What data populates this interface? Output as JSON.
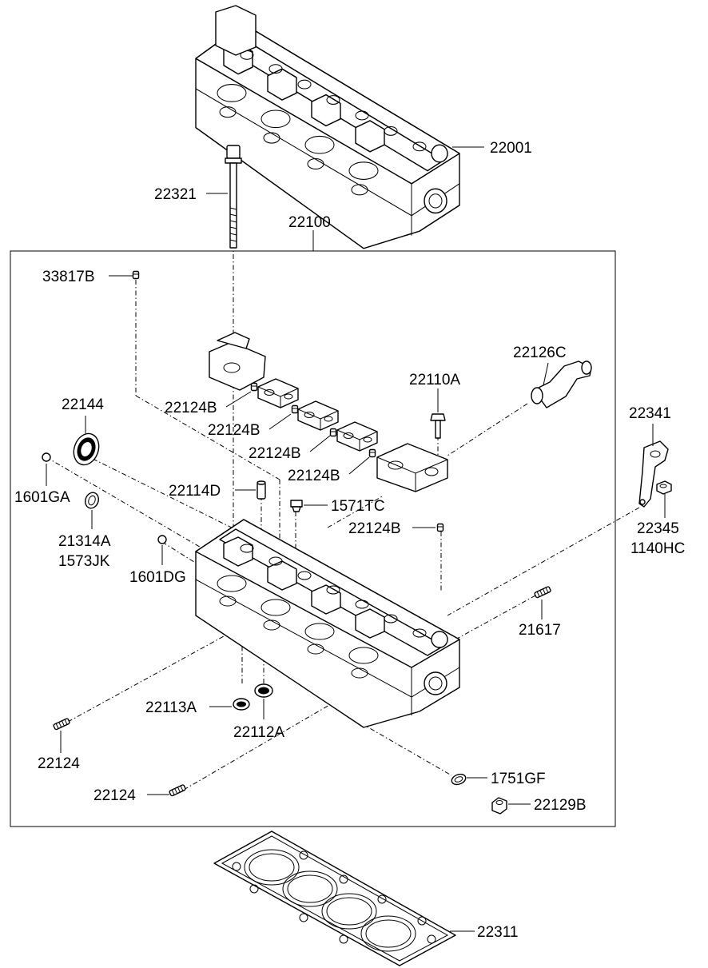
{
  "frame_label": "22100",
  "parts": [
    {
      "id": "22001",
      "label": "22001"
    },
    {
      "id": "22321",
      "label": "22321"
    },
    {
      "id": "22100",
      "label": "22100"
    },
    {
      "id": "33817B",
      "label": "33817B"
    },
    {
      "id": "22126C",
      "label": "22126C"
    },
    {
      "id": "22110A",
      "label": "22110A"
    },
    {
      "id": "22144",
      "label": "22144"
    },
    {
      "id": "22124B_1",
      "label": "22124B"
    },
    {
      "id": "22124B_2",
      "label": "22124B"
    },
    {
      "id": "22124B_3",
      "label": "22124B"
    },
    {
      "id": "22124B_4",
      "label": "22124B"
    },
    {
      "id": "22124B_5",
      "label": "22124B"
    },
    {
      "id": "22341",
      "label": "22341"
    },
    {
      "id": "1601GA",
      "label": "1601GA"
    },
    {
      "id": "22114D",
      "label": "22114D"
    },
    {
      "id": "1571TC",
      "label": "1571TC"
    },
    {
      "id": "21314A",
      "label": "21314A"
    },
    {
      "id": "1573JK",
      "label": "1573JK"
    },
    {
      "id": "22345",
      "label": "22345"
    },
    {
      "id": "1140HC",
      "label": "1140HC"
    },
    {
      "id": "1601DG",
      "label": "1601DG"
    },
    {
      "id": "21617",
      "label": "21617"
    },
    {
      "id": "22113A",
      "label": "22113A"
    },
    {
      "id": "22112A",
      "label": "22112A"
    },
    {
      "id": "22124_1",
      "label": "22124"
    },
    {
      "id": "22124_2",
      "label": "22124"
    },
    {
      "id": "1751GF",
      "label": "1751GF"
    },
    {
      "id": "22129B",
      "label": "22129B"
    },
    {
      "id": "22311",
      "label": "22311"
    }
  ]
}
